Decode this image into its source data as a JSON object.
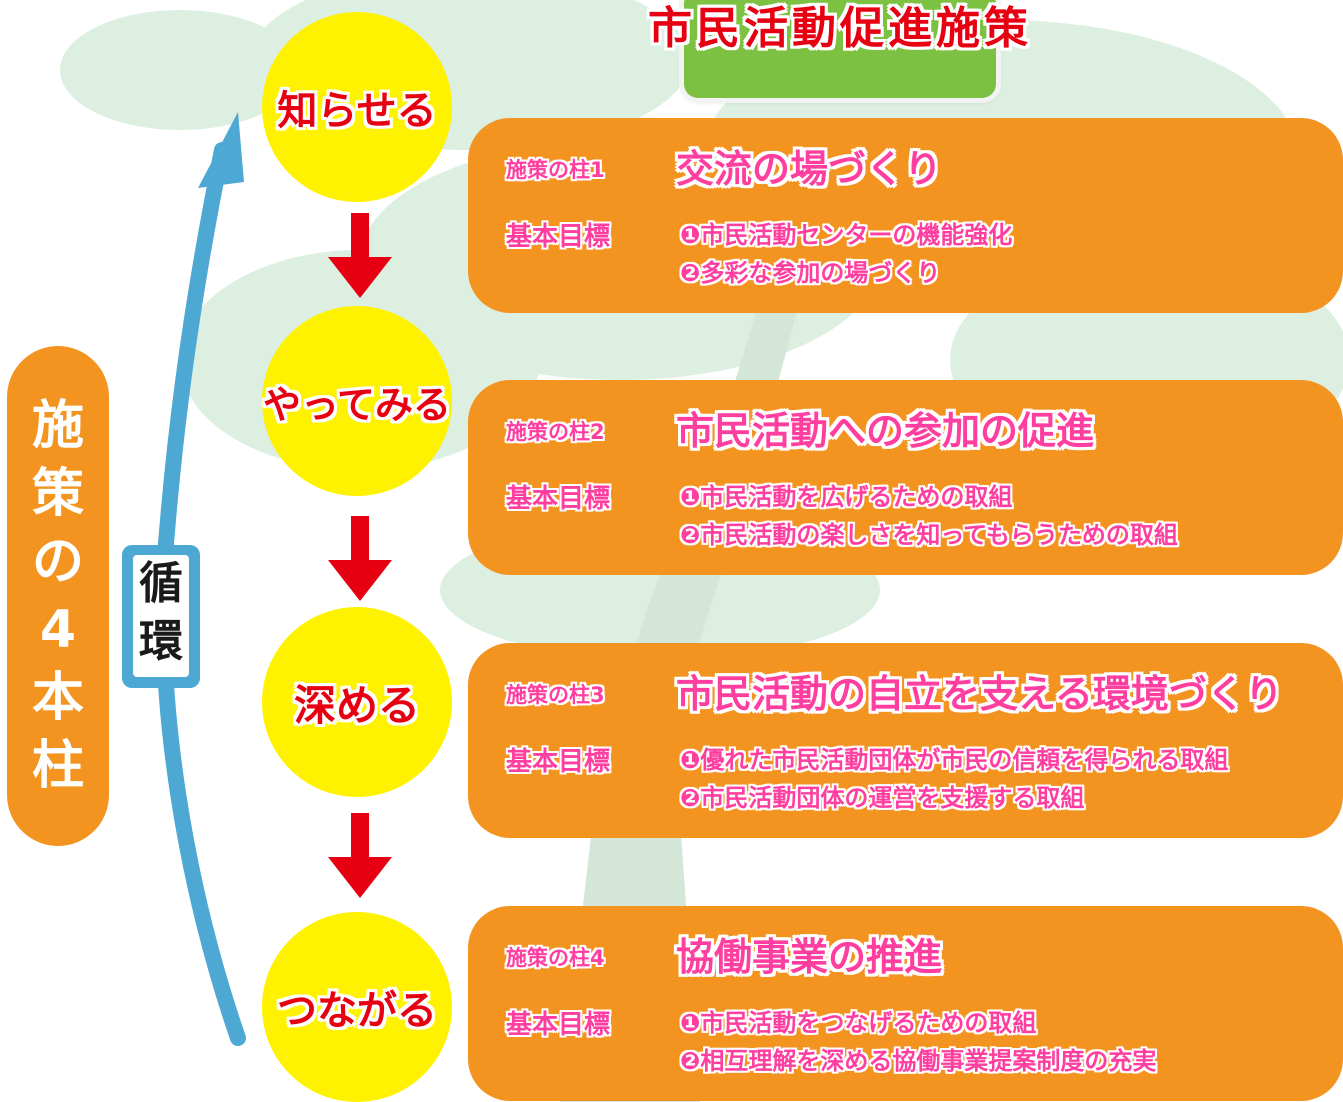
{
  "title": "市民活動促進施策",
  "left_label": [
    "施",
    "策",
    "の",
    "4",
    "本",
    "柱"
  ],
  "cycle_label": [
    "循",
    "環"
  ],
  "steps": [
    {
      "label": "知らせる"
    },
    {
      "label": "やってみる"
    },
    {
      "label": "深める"
    },
    {
      "label": "つながる"
    }
  ],
  "pillars": [
    {
      "label": "施策の柱1",
      "title": "交流の場づくり",
      "goal_label": "基本目標",
      "goals": [
        "❶市民活動センターの機能強化",
        "❷多彩な参加の場づくり"
      ]
    },
    {
      "label": "施策の柱2",
      "title": "市民活動への参加の促進",
      "goal_label": "基本目標",
      "goals": [
        "❶市民活動を広げるための取組",
        "❷市民活動の楽しさを知ってもらうための取組"
      ]
    },
    {
      "label": "施策の柱3",
      "title": "市民活動の自立を支える環境づくり",
      "goal_label": "基本目標",
      "goals": [
        "❶優れた市民活動団体が市民の信頼を得られる取組",
        "❷市民活動団体の運営を支援する取組"
      ]
    },
    {
      "label": "施策の柱4",
      "title": "協働事業の推進",
      "goal_label": "基本目標",
      "goals": [
        "❶市民活動をつなげるための取組",
        "❷相互理解を深める協働事業提案制度の充実"
      ]
    }
  ],
  "colors": {
    "orange": "#f39420",
    "yellow": "#fff200",
    "red": "#e60012",
    "pink": "#ff3fa0",
    "blue": "#4ea8d4",
    "green": "#7dc142"
  }
}
